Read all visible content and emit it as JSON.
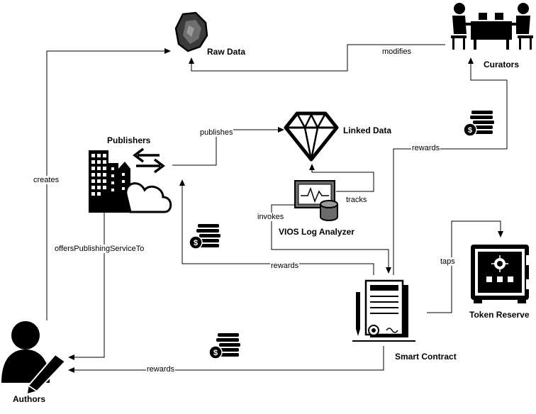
{
  "nodes": {
    "raw_data": "Raw Data",
    "curators": "Curators",
    "publishers": "Publishers",
    "linked_data": "Linked Data",
    "vios_log_analyzer": "VIOS Log Analyzer",
    "smart_contract": "Smart Contract",
    "token_reserve": "Token Reserve",
    "authors": "Authors"
  },
  "edges": {
    "modifies": "modifies",
    "creates": "creates",
    "publishes": "publishes",
    "rewards_curators": "rewards",
    "tracks": "tracks",
    "invokes": "invokes",
    "offers": "offersPublishingServiceTo",
    "rewards_publishers": "rewards",
    "taps": "taps",
    "rewards_authors": "rewards"
  },
  "icons": {
    "raw_data": "rock-icon",
    "curators": "people-at-desks-icon",
    "publishers": "city-cloud-icon",
    "linked_data": "diamond-icon",
    "vios": "monitor-database-icon",
    "smart_contract": "contract-document-icon",
    "token_reserve": "safe-icon",
    "authors": "writer-icon",
    "coins": "coin-stack-icon"
  }
}
